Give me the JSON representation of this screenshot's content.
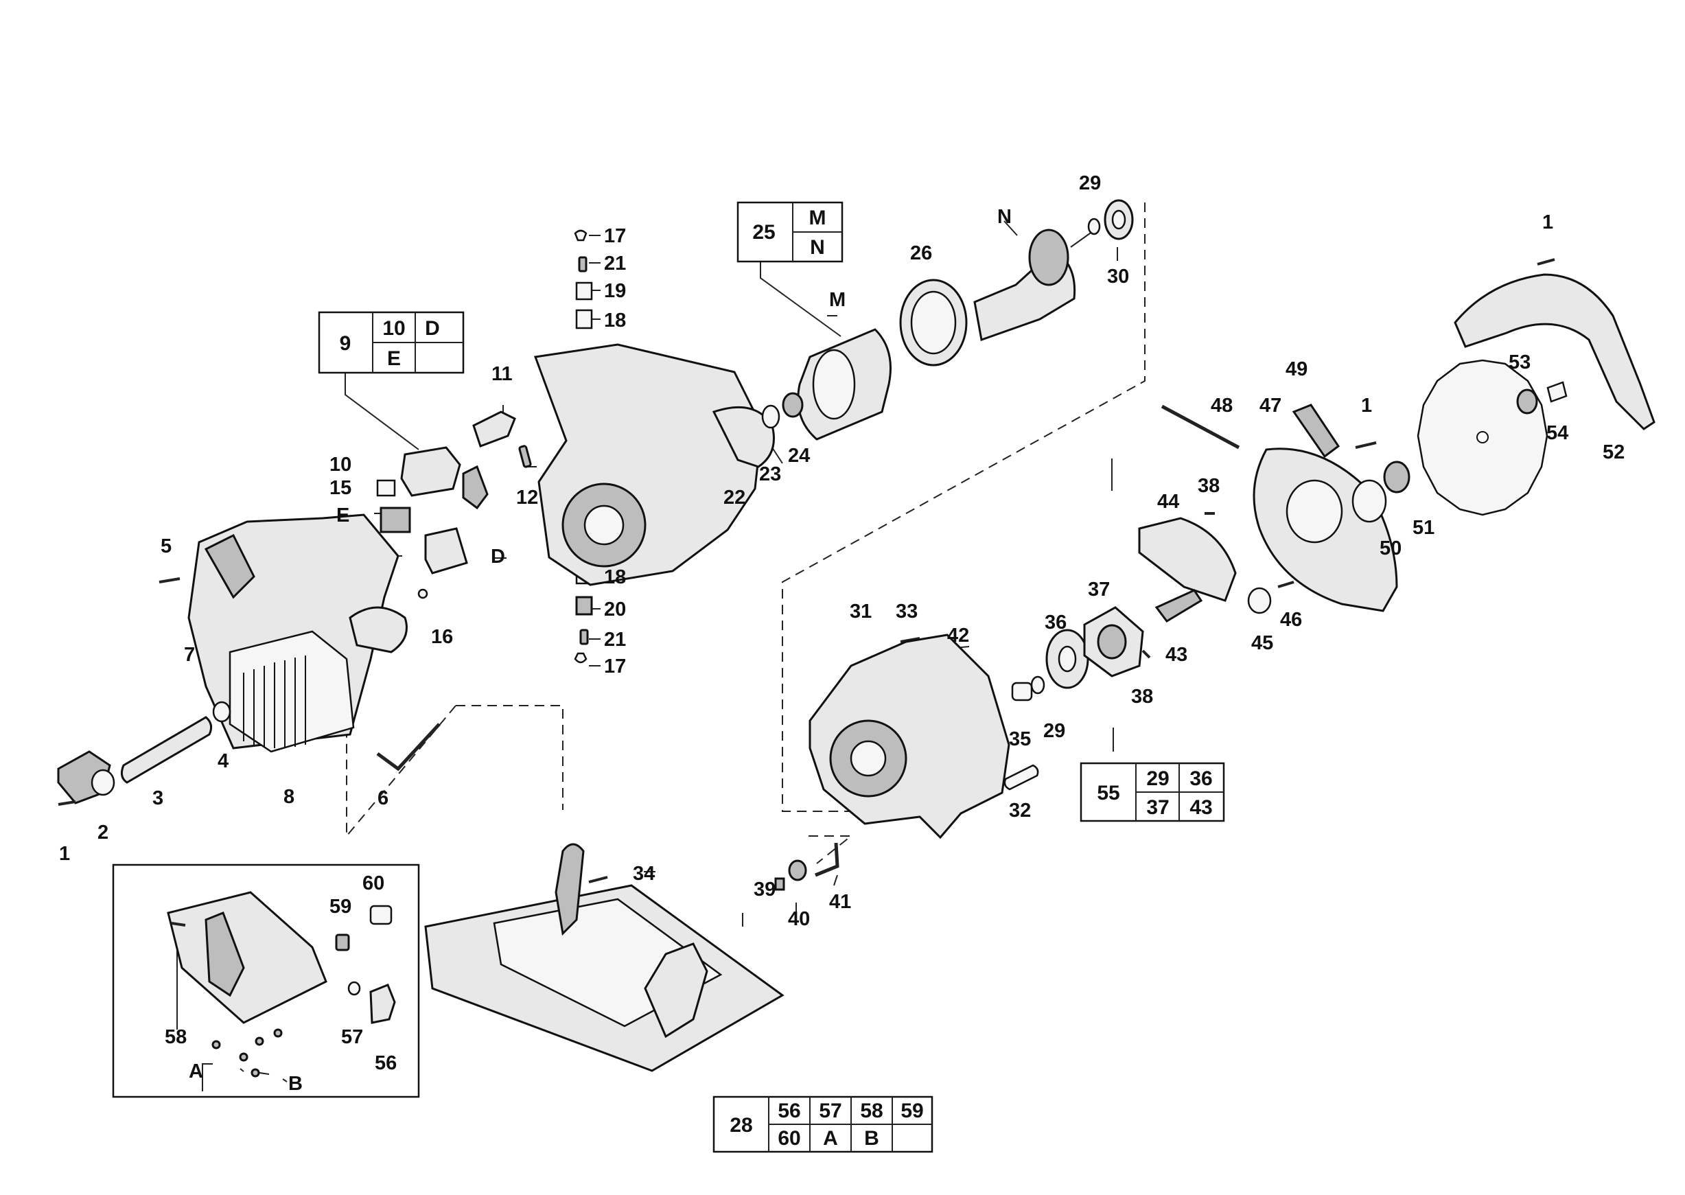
{
  "callouts": [
    {
      "id": "c17a",
      "text": "17"
    },
    {
      "id": "c21a",
      "text": "21"
    },
    {
      "id": "c19",
      "text": "19"
    },
    {
      "id": "c18a",
      "text": "18"
    },
    {
      "id": "c29a",
      "text": "29"
    },
    {
      "id": "cN",
      "text": "N"
    },
    {
      "id": "c26",
      "text": "26"
    },
    {
      "id": "c30",
      "text": "30"
    },
    {
      "id": "cM",
      "text": "M"
    },
    {
      "id": "c1a",
      "text": "1"
    },
    {
      "id": "c53",
      "text": "53"
    },
    {
      "id": "c54",
      "text": "54"
    },
    {
      "id": "c52",
      "text": "52"
    },
    {
      "id": "c49",
      "text": "49"
    },
    {
      "id": "c48",
      "text": "48"
    },
    {
      "id": "c47",
      "text": "47"
    },
    {
      "id": "c1b",
      "text": "1"
    },
    {
      "id": "c50",
      "text": "50"
    },
    {
      "id": "c51",
      "text": "51"
    },
    {
      "id": "c11",
      "text": "11"
    },
    {
      "id": "c10",
      "text": "10"
    },
    {
      "id": "c15",
      "text": "15"
    },
    {
      "id": "cE",
      "text": "E"
    },
    {
      "id": "cD",
      "text": "D"
    },
    {
      "id": "c12",
      "text": "12"
    },
    {
      "id": "c22",
      "text": "22"
    },
    {
      "id": "c23",
      "text": "23"
    },
    {
      "id": "c24",
      "text": "24"
    },
    {
      "id": "c5",
      "text": "5"
    },
    {
      "id": "c16",
      "text": "16"
    },
    {
      "id": "c7",
      "text": "7"
    },
    {
      "id": "c4",
      "text": "4"
    },
    {
      "id": "c8",
      "text": "8"
    },
    {
      "id": "c6",
      "text": "6"
    },
    {
      "id": "c3",
      "text": "3"
    },
    {
      "id": "c2",
      "text": "2"
    },
    {
      "id": "c1c",
      "text": "1"
    },
    {
      "id": "c18b",
      "text": "18"
    },
    {
      "id": "c20",
      "text": "20"
    },
    {
      "id": "c21b",
      "text": "21"
    },
    {
      "id": "c17b",
      "text": "17"
    },
    {
      "id": "c38a",
      "text": "38"
    },
    {
      "id": "c44",
      "text": "44"
    },
    {
      "id": "c46",
      "text": "46"
    },
    {
      "id": "c45",
      "text": "45"
    },
    {
      "id": "c31",
      "text": "31"
    },
    {
      "id": "c33",
      "text": "33"
    },
    {
      "id": "c42",
      "text": "42"
    },
    {
      "id": "c36",
      "text": "36"
    },
    {
      "id": "c37",
      "text": "37"
    },
    {
      "id": "c43",
      "text": "43"
    },
    {
      "id": "c38b",
      "text": "38"
    },
    {
      "id": "c35",
      "text": "35"
    },
    {
      "id": "c29b",
      "text": "29"
    },
    {
      "id": "c32",
      "text": "32"
    },
    {
      "id": "c34",
      "text": "34"
    },
    {
      "id": "c39",
      "text": "39"
    },
    {
      "id": "c40",
      "text": "40"
    },
    {
      "id": "c41",
      "text": "41"
    },
    {
      "id": "c60",
      "text": "60"
    },
    {
      "id": "c59",
      "text": "59"
    },
    {
      "id": "c58",
      "text": "58"
    },
    {
      "id": "c57",
      "text": "57"
    },
    {
      "id": "c56",
      "text": "56"
    },
    {
      "id": "cA",
      "text": "A"
    },
    {
      "id": "cB",
      "text": "B"
    }
  ],
  "kits": [
    {
      "id": "kit25",
      "main": "25",
      "cells": [
        "M",
        "N"
      ]
    },
    {
      "id": "kit9",
      "main": "9",
      "cells": [
        "10",
        "D",
        "E",
        ""
      ]
    },
    {
      "id": "kit55",
      "main": "55",
      "cells": [
        "29",
        "36",
        "37",
        "43"
      ]
    },
    {
      "id": "kit28",
      "main": "28",
      "cells": [
        "56",
        "57",
        "58",
        "59",
        "60",
        "A",
        "B",
        ""
      ]
    }
  ]
}
